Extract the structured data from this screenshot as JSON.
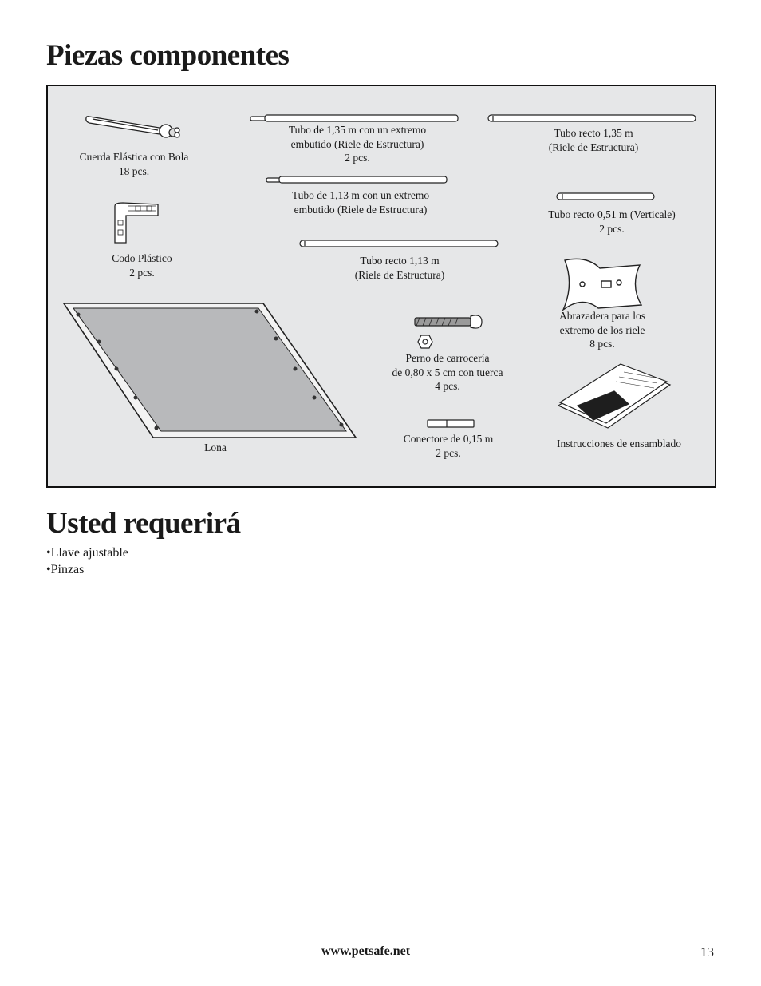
{
  "headings": {
    "parts": "Piezas componentes",
    "required": "Usted requerirá"
  },
  "parts": {
    "bungee": {
      "line1": "Cuerda Elástica con Bola",
      "line2": "18 pcs."
    },
    "tube135_swaged": {
      "line1": "Tubo de 1,35 m con un extremo",
      "line2": "embutido (Riele de Estructura)",
      "line3": "2 pcs."
    },
    "tube135_straight": {
      "line1": "Tubo recto 1,35 m",
      "line2": "(Riele de Estructura)"
    },
    "tube113_swaged": {
      "line1": "Tubo de 1,13 m con un extremo",
      "line2": "embutido (Riele de Estructura)"
    },
    "tube051": {
      "line1": "Tubo recto 0,51 m (Verticale)",
      "line2": "2 pcs."
    },
    "elbow": {
      "line1": "Codo Plástico",
      "line2": "2 pcs."
    },
    "tube113_straight": {
      "line1": "Tubo recto 1,13 m",
      "line2": "(Riele de Estructura)"
    },
    "clamp": {
      "line1": "Abrazadera para los",
      "line2": "extremo de los riele",
      "line3": "8 pcs."
    },
    "bolt": {
      "line1": "Perno de carrocería",
      "line2": "de 0,80 x 5 cm con tuerca",
      "line3": "4 pcs."
    },
    "canvas": {
      "line1": "Lona"
    },
    "connector": {
      "line1": "Conectore de 0,15 m",
      "line2": "2 pcs."
    },
    "manual": {
      "line1": "Instrucciones de ensamblado"
    }
  },
  "tools": [
    "Llave ajustable",
    "Pinzas"
  ],
  "footer": {
    "url": "www.petsafe.net",
    "page": "13"
  }
}
